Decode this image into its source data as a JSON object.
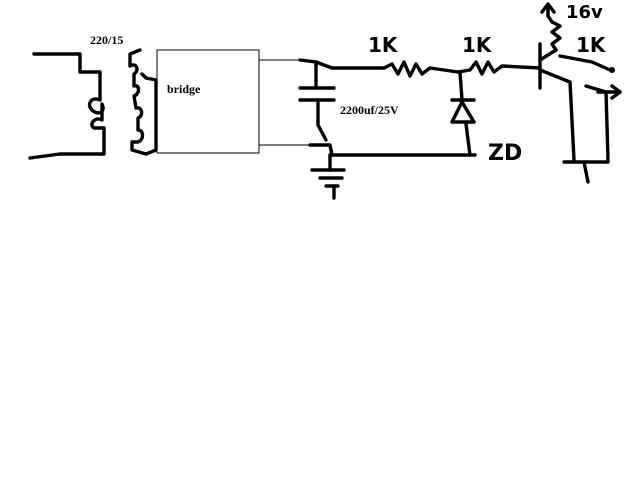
{
  "diagram": {
    "labels": {
      "transformer_ratio": "220/15",
      "bridge": "bridge",
      "capacitor": "2200uf/25V",
      "resistor_1": "1K",
      "resistor_2": "1K",
      "resistor_3": "1K",
      "supply": "16v",
      "zener": "ZD"
    },
    "colors": {
      "ink": "#000000",
      "background": "#ffffff"
    }
  }
}
